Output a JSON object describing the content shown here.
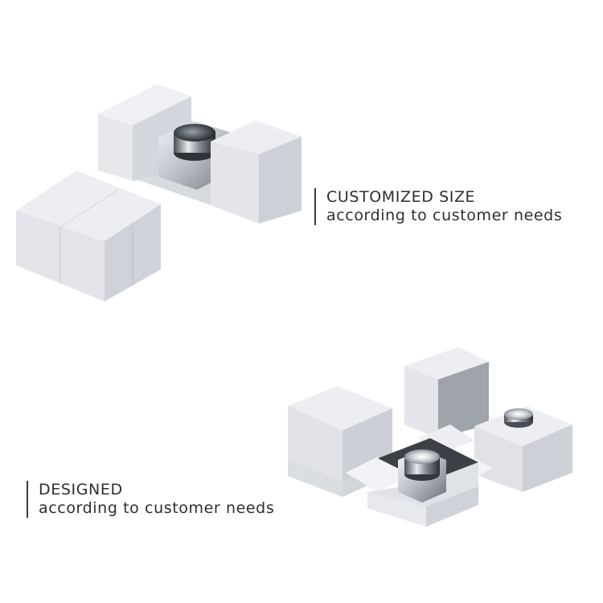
{
  "captions": {
    "customized": {
      "title": "CUSTOMIZED SIZE",
      "subtitle": "according to customer needs"
    },
    "designed": {
      "title": "DESIGNED",
      "subtitle": "according to customer needs"
    }
  },
  "illustrations": {
    "top": "two-piece white cube gift box with sliding sleeve, one open showing a round perfume bottle cap",
    "bottom": "white cube box with lid removed and insert unfolded revealing a round perfume bottle, second small box with bottle cap"
  },
  "colors": {
    "box_top_face": "#eceef2",
    "box_left_face": "#e0e2e7",
    "box_right_face": "#cfd2d8",
    "text": "#2e2e2e"
  }
}
